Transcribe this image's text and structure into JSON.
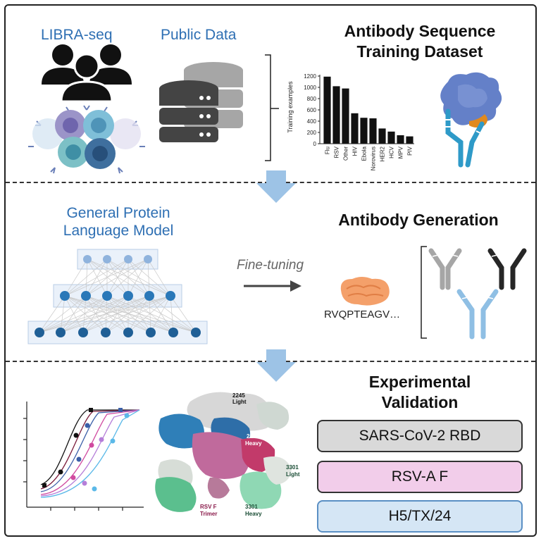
{
  "section1": {
    "libra_label": "LIBRA-seq",
    "public_label": "Public Data",
    "title_line1": "Antibody Sequence",
    "title_line2": "Training Dataset"
  },
  "chart_data": {
    "type": "bar",
    "ylabel": "Training examples",
    "xlabel": "",
    "categories": [
      "Flu",
      "RSV",
      "Other",
      "HIV",
      "Ebola",
      "Norovirus",
      "HER2",
      "HCV",
      "MPV",
      "PIV"
    ],
    "values": [
      1190,
      1020,
      980,
      540,
      460,
      450,
      270,
      215,
      150,
      130
    ],
    "ylim": [
      0,
      1200
    ],
    "yticks": [
      "0",
      "200",
      "400",
      "600",
      "800",
      "1000",
      "1200"
    ]
  },
  "section2": {
    "plm_line1": "General Protein",
    "plm_line2": "Language Model",
    "finetune_label": "Fine-tuning",
    "sequence_label": "RVQPTEAGV…",
    "title": "Antibody Generation"
  },
  "section3": {
    "title_line1": "Experimental",
    "title_line2": "Validation",
    "structure_labels": {
      "light_2245_a": "2245",
      "light_2245_b": "Light",
      "heavy_2245_a": "2245",
      "heavy_2245_b": "Heavy",
      "light_3301_a": "3301",
      "light_3301_b": "Light",
      "heavy_3301_a": "3301",
      "heavy_3301_b": "Heavy",
      "trimer_a": "RSV F",
      "trimer_b": "Trimer"
    },
    "targets": [
      {
        "label": "SARS-CoV-2 RBD",
        "color": "#d9d9d9"
      },
      {
        "label": "RSV-A F",
        "color": "#f2cdea"
      },
      {
        "label": "H5/TX/24",
        "color": "#d5e6f5"
      }
    ]
  },
  "colors": {
    "accent_blue": "#2e6fb3",
    "arrow_blue": "#9dc3e6"
  }
}
